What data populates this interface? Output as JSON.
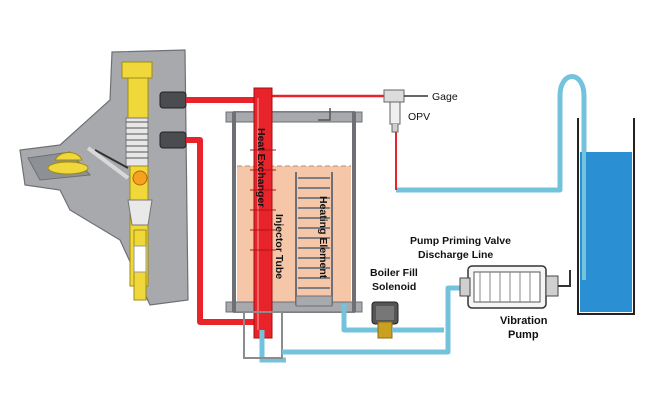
{
  "labels": {
    "gage": "Gage",
    "opv": "OPV",
    "heat_exchanger": "Heat Exchanger",
    "injector_tube": "Injector Tube",
    "heating_element": "Heating Element",
    "pump_priming_line1": "Pump Priming Valve",
    "pump_priming_line2": "Discharge Line",
    "boiler_fill_line1": "Boiler Fill",
    "boiler_fill_line2": "Solenoid",
    "vibration_pump_line1": "Vibration",
    "vibration_pump_line2": "Pump"
  },
  "colors": {
    "hot_water": "#e8232a",
    "cold_water": "#74c3dc",
    "boiler_water": "#f5c7a8",
    "reservoir_water": "#2b8fd3",
    "brass": "#f0d83a",
    "metal": "#9b9ea3"
  }
}
